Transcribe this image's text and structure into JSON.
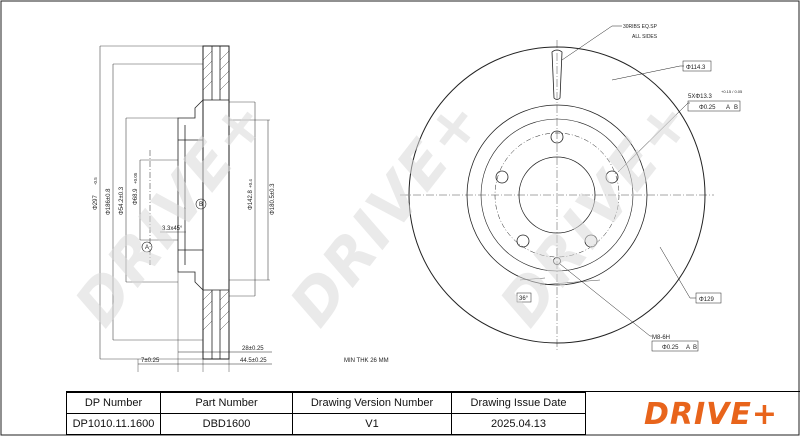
{
  "watermark": "DRIVE+",
  "section_view": {
    "dims": {
      "d297": "Φ297",
      "d297_tol": "-0.5",
      "d186": "Φ186±0.8",
      "d54": "Φ54.2±0.3",
      "d68": "Φ68.9",
      "d68_tol": "+0.05",
      "d142": "Φ142.8",
      "d142_tol": "+0.4",
      "d180": "Φ180.5±0.3",
      "chamfer": "3.3x45°",
      "w28": "28±0.25",
      "w44": "44.5±0.25",
      "w7": "7±0.25",
      "min_thk": "MIN THK 26 MM",
      "datum_a": "A",
      "datum_b": "B"
    }
  },
  "front_view": {
    "ribs_note_1": "30RIBS EQ.SP",
    "ribs_note_2": "ALL SIDES",
    "d114": "Φ114.3",
    "holes_note": "5XΦ13.3",
    "holes_tol": "+0.15 / 0.05",
    "fcf1": [
      "Φ0.25",
      "A",
      "B"
    ],
    "angle": "36°",
    "d129": "Φ129",
    "thread": "M8-6H",
    "fcf2": [
      "Φ0.25",
      "A",
      "B"
    ]
  },
  "title_block": {
    "headers": [
      "DP Number",
      "Part Number",
      "Drawing Version Number",
      "Drawing Issue Date"
    ],
    "values": [
      "DP1010.11.1600",
      "DBD1600",
      "V1",
      "2025.04.13"
    ],
    "logo": "DRIVE+"
  },
  "colors": {
    "logo": "#e8641b",
    "line": "#222222",
    "watermark": "#d9d9d9"
  }
}
